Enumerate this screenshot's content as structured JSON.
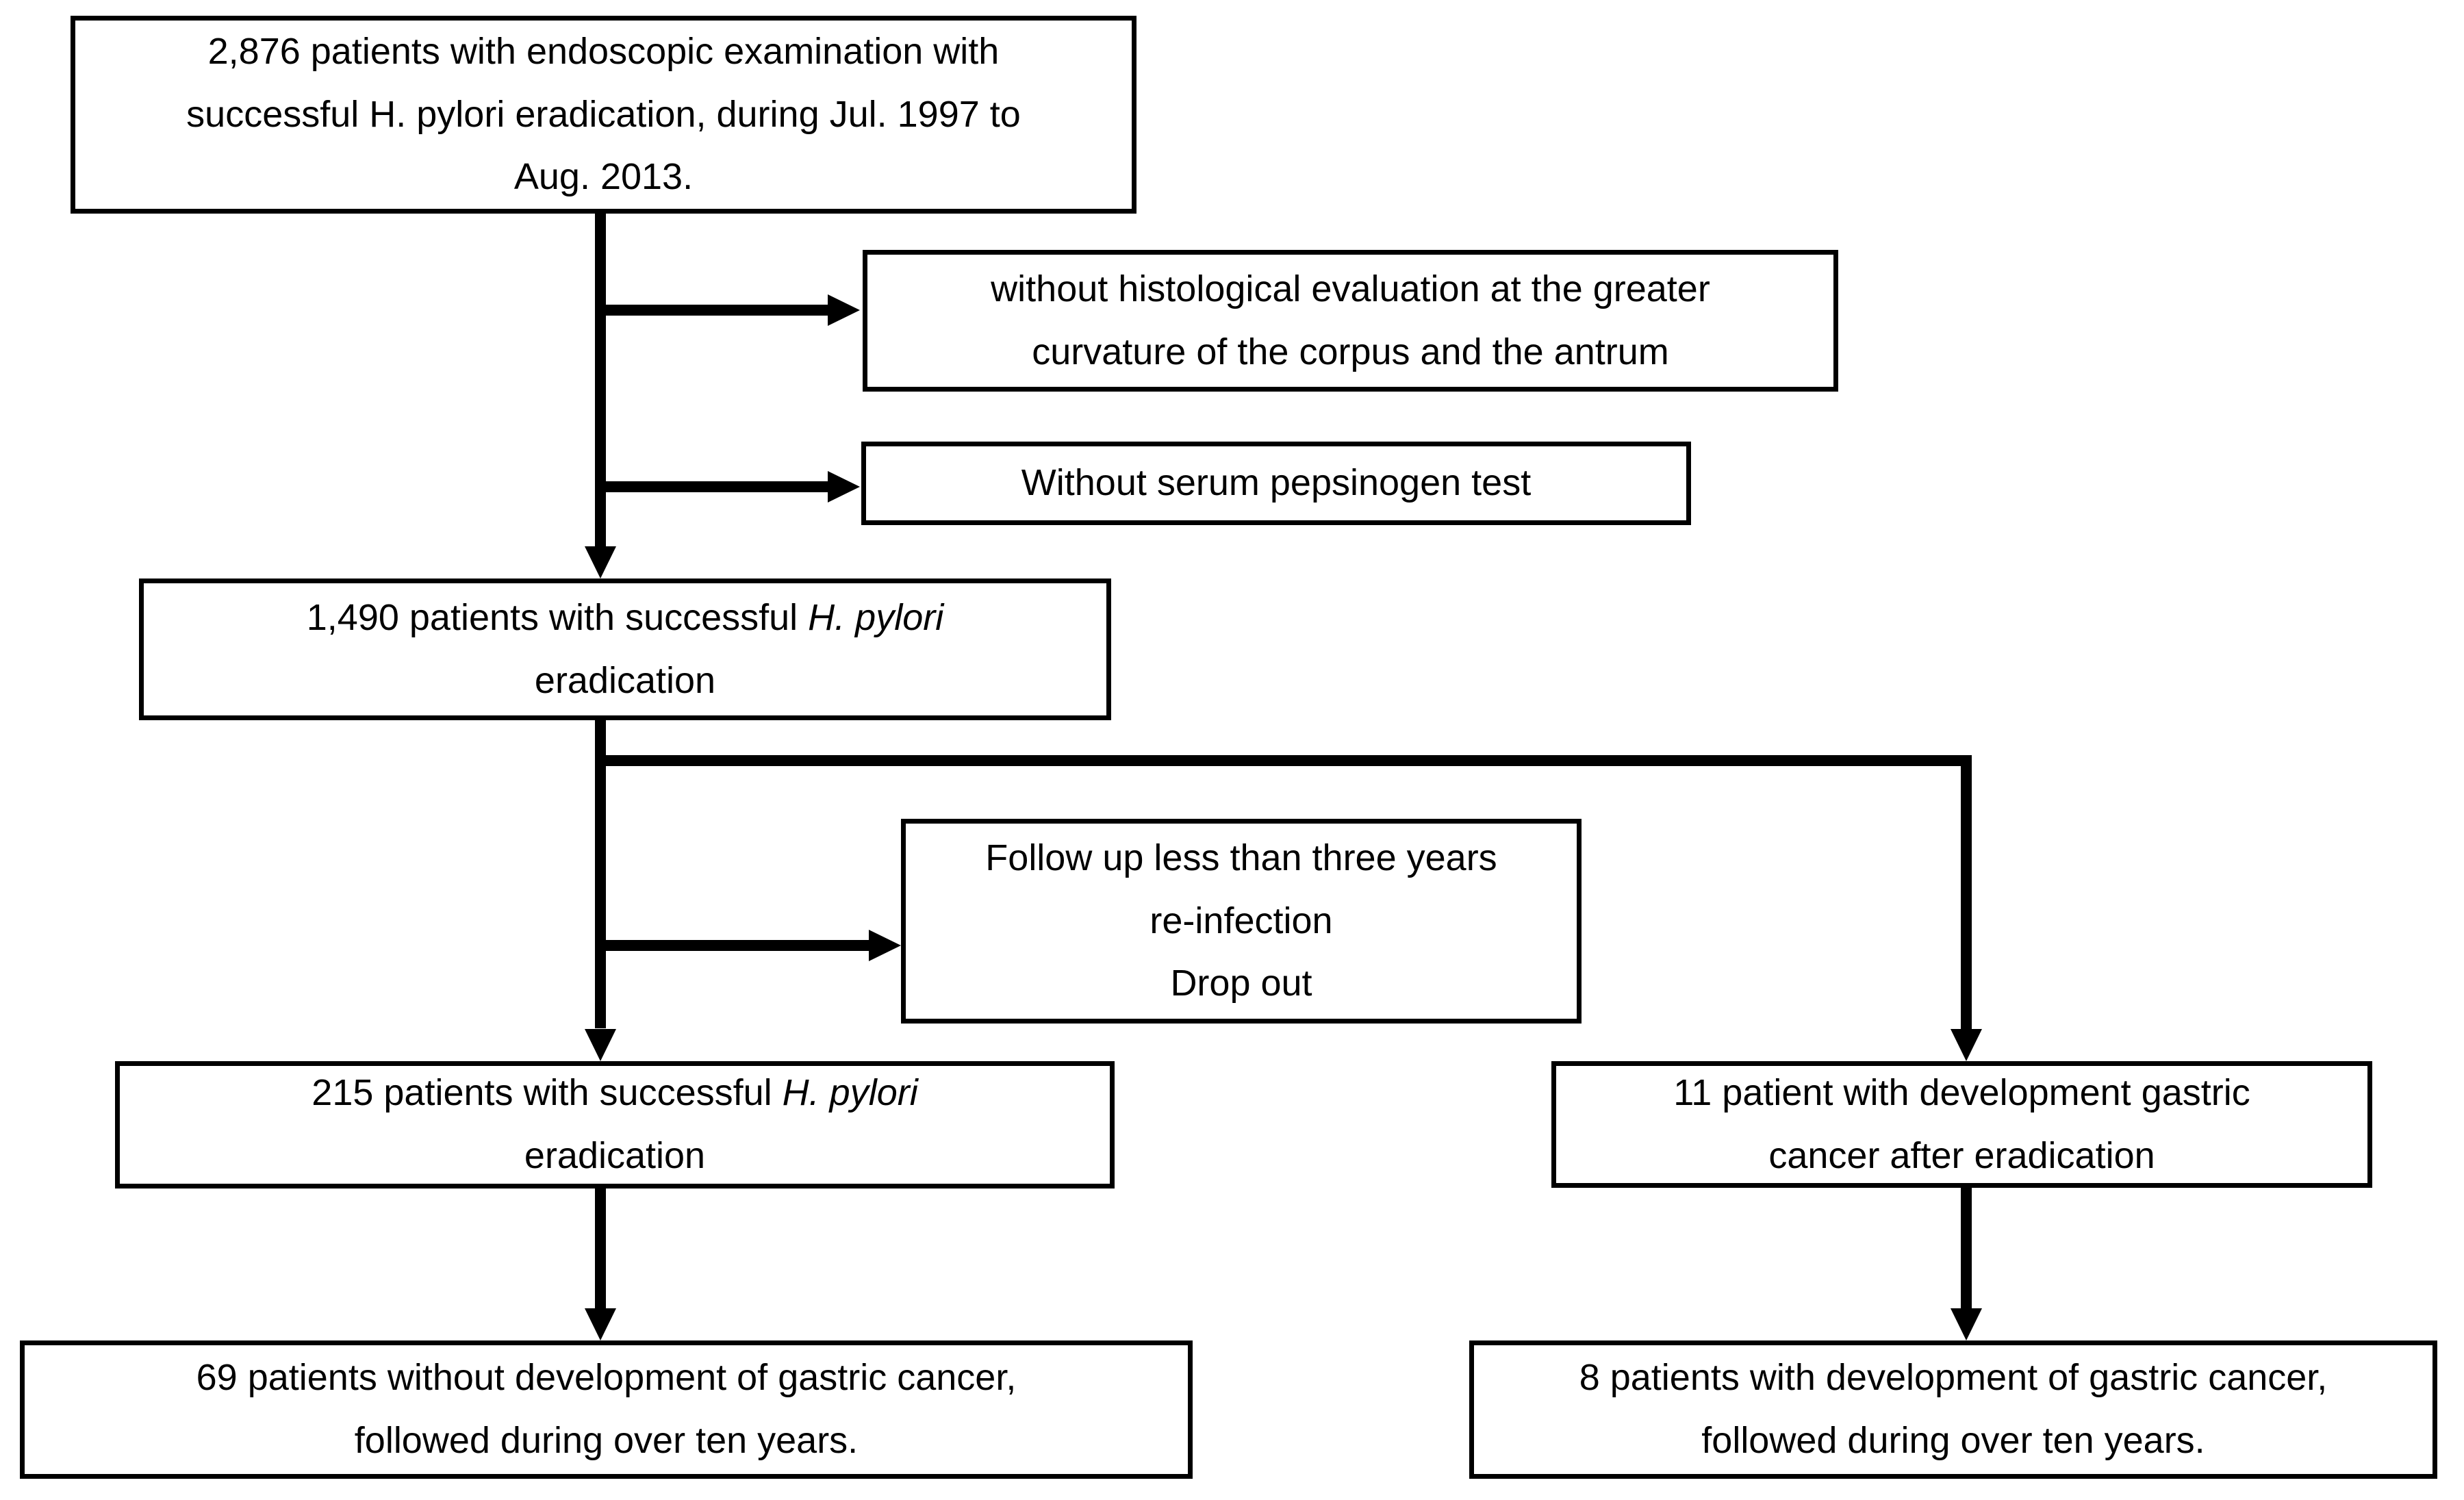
{
  "figure": {
    "type": "flowchart",
    "background_color": "#ffffff",
    "line_color": "#000000",
    "text_color": "#000000",
    "boxes": {
      "cohort": {
        "lines": [
          "2,876 patients with endoscopic examination with",
          "successful H. pylori eradication, during Jul. 1997 to",
          "Aug. 2013."
        ]
      },
      "no_histology": {
        "lines": [
          "without histological evaluation at the greater",
          "curvature of the corpus and the antrum"
        ]
      },
      "no_pepsinogen": {
        "lines": [
          "Without serum pepsinogen test"
        ]
      },
      "eradicated_1490": {
        "line1_pre": "1,490 patients with successful ",
        "line1_italic": "H. pylori",
        "line2": "eradication"
      },
      "excluded_followup": {
        "lines": [
          "Follow up less than three years",
          "re-infection",
          "Drop out"
        ]
      },
      "eradicated_215": {
        "line1_pre": "215 patients with successful ",
        "line1_italic": "H. pylori",
        "line2": "eradication"
      },
      "cancer_11": {
        "lines": [
          "11 patient with development gastric",
          "cancer after eradication"
        ]
      },
      "no_cancer_69": {
        "lines": [
          "69 patients without development of gastric cancer,",
          "followed during over ten years."
        ]
      },
      "cancer_8": {
        "lines": [
          "8 patients with development of gastric cancer,",
          "followed during over ten years."
        ]
      }
    }
  }
}
